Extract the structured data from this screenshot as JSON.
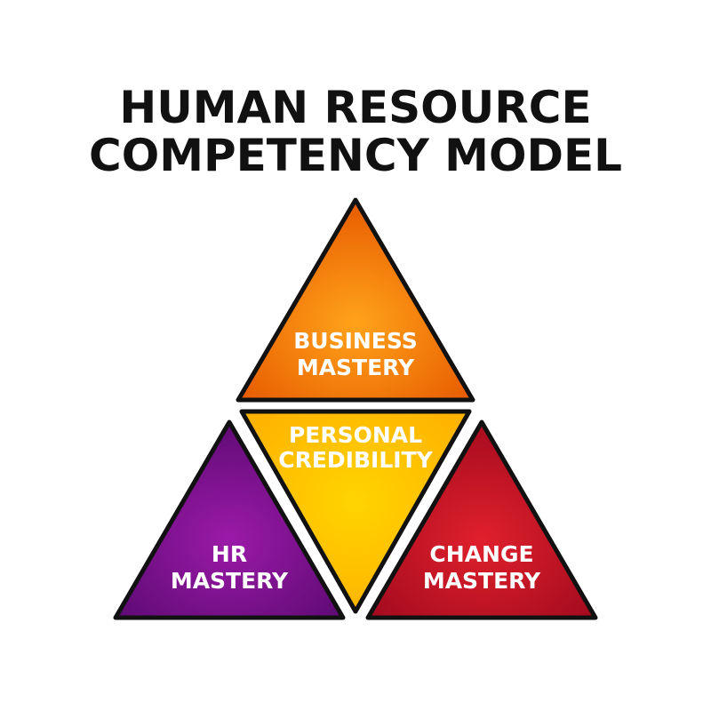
{
  "title": {
    "line1": "HUMAN RESOURCE",
    "line2": "COMPETENCY MODEL"
  },
  "segments": {
    "top": {
      "line1": "BUSINESS",
      "line2": "MASTERY",
      "color": "#f08c00"
    },
    "center": {
      "line1": "PERSONAL",
      "line2": "CREDIBILITY",
      "color": "#ffc000"
    },
    "left": {
      "line1": "HR",
      "line2": "MASTERY",
      "color": "#7a0f8a"
    },
    "right": {
      "line1": "CHANGE",
      "line2": "MASTERY",
      "color": "#c8102e"
    }
  }
}
